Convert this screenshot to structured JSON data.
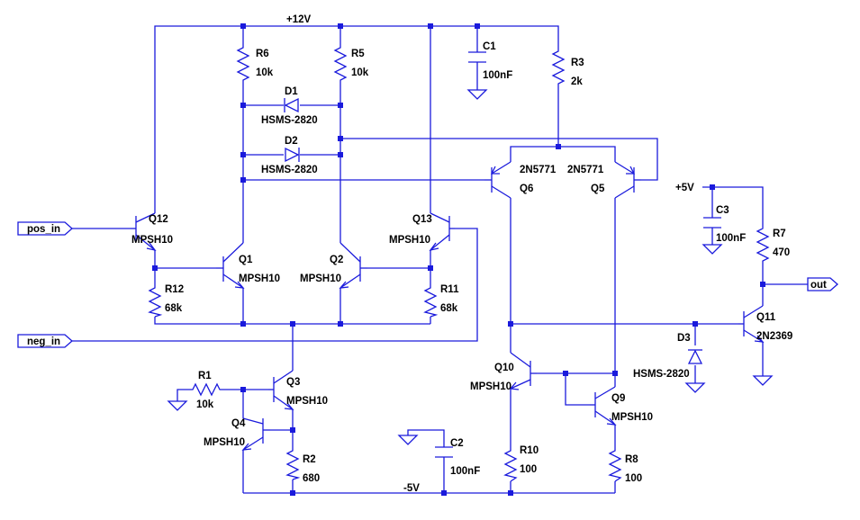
{
  "supply": {
    "vcc": "+12V",
    "vee": "-5V",
    "vout_rail": "+5V"
  },
  "ports": {
    "pos_in": "pos_in",
    "neg_in": "neg_in",
    "out": "out"
  },
  "resistors": {
    "R1": {
      "name": "R1",
      "value": "10k"
    },
    "R2": {
      "name": "R2",
      "value": "680"
    },
    "R3": {
      "name": "R3",
      "value": "2k"
    },
    "R5": {
      "name": "R5",
      "value": "10k"
    },
    "R6": {
      "name": "R6",
      "value": "10k"
    },
    "R7": {
      "name": "R7",
      "value": "470"
    },
    "R8": {
      "name": "R8",
      "value": "100"
    },
    "R10": {
      "name": "R10",
      "value": "100"
    },
    "R11": {
      "name": "R11",
      "value": "68k"
    },
    "R12": {
      "name": "R12",
      "value": "68k"
    }
  },
  "capacitors": {
    "C1": {
      "name": "C1",
      "value": "100nF"
    },
    "C2": {
      "name": "C2",
      "value": "100nF"
    },
    "C3": {
      "name": "C3",
      "value": "100nF"
    }
  },
  "diodes": {
    "D1": {
      "name": "D1",
      "part": "HSMS-2820"
    },
    "D2": {
      "name": "D2",
      "part": "HSMS-2820"
    },
    "D3": {
      "name": "D3",
      "part": "HSMS-2820"
    }
  },
  "transistors": {
    "Q1": {
      "name": "Q1",
      "part": "MPSH10"
    },
    "Q2": {
      "name": "Q2",
      "part": "MPSH10"
    },
    "Q3": {
      "name": "Q3",
      "part": "MPSH10"
    },
    "Q4": {
      "name": "Q4",
      "part": "MPSH10"
    },
    "Q5": {
      "name": "Q5",
      "part": "2N5771"
    },
    "Q6": {
      "name": "Q6",
      "part": "2N5771"
    },
    "Q9": {
      "name": "Q9",
      "part": "MPSH10"
    },
    "Q10": {
      "name": "Q10",
      "part": "MPSH10"
    },
    "Q11": {
      "name": "Q11",
      "part": "2N2369"
    },
    "Q12": {
      "name": "Q12",
      "part": "MPSH10"
    },
    "Q13": {
      "name": "Q13",
      "part": "MPSH10"
    }
  },
  "colors": {
    "wire": "#1a1adc",
    "text": "#000000",
    "background": "#ffffff"
  }
}
